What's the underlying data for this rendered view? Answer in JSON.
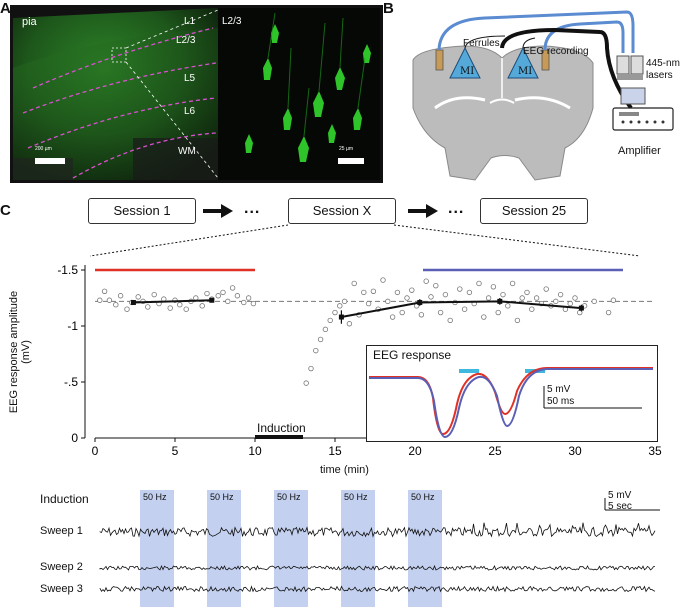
{
  "panels": {
    "A": "A",
    "B": "B",
    "C": "C"
  },
  "panel_a": {
    "left_labels": [
      "pia",
      "L1",
      "L2/3",
      "L5",
      "L6",
      "WM"
    ],
    "right_label": "L2/3",
    "scalebar_left": "200 µm",
    "scalebar_right": "25 µm"
  },
  "panel_b": {
    "ferrules": "Ferrules",
    "eeg_recording": "EEG recording",
    "lasers": "445-nm lasers",
    "amplifier": "Amplifier",
    "mi_left": "MI",
    "mi_right": "MI"
  },
  "sessions": {
    "s1": "Session 1",
    "sx": "Session X",
    "s25": "Session 25",
    "dots": "..."
  },
  "colors": {
    "red": "#e03127",
    "blue": "#5b5fb5",
    "light_blue": "#3fb8e0",
    "shade": "#b9c8ec",
    "green": "#39d13a"
  },
  "chart_data": {
    "type": "scatter",
    "xlabel": "time (min)",
    "ylabel": "EEG response amplitude (mV)",
    "xlim": [
      0,
      35
    ],
    "ylim": [
      0,
      -1.5
    ],
    "xticks": [
      "0",
      "5",
      "10",
      "15",
      "20",
      "25",
      "30",
      "35"
    ],
    "yticks": [
      "0",
      "-.5",
      "-1",
      "-1.5"
    ],
    "baseline": -1.22,
    "induction_label": "Induction",
    "induction_range": [
      10,
      13
    ],
    "red_bar": [
      0,
      10
    ],
    "blue_bar": [
      20.5,
      33
    ],
    "bar_level": -1.5,
    "scatter_points": [
      [
        0.3,
        -1.23
      ],
      [
        0.6,
        -1.31
      ],
      [
        0.9,
        -1.23
      ],
      [
        1.3,
        -1.19
      ],
      [
        1.6,
        -1.27
      ],
      [
        2.0,
        -1.15
      ],
      [
        2.3,
        -1.21
      ],
      [
        2.7,
        -1.26
      ],
      [
        3.0,
        -1.22
      ],
      [
        3.3,
        -1.17
      ],
      [
        3.7,
        -1.28
      ],
      [
        4.0,
        -1.2
      ],
      [
        4.3,
        -1.24
      ],
      [
        4.7,
        -1.16
      ],
      [
        5.0,
        -1.23
      ],
      [
        5.3,
        -1.19
      ],
      [
        5.7,
        -1.15
      ],
      [
        6.0,
        -1.22
      ],
      [
        6.3,
        -1.25
      ],
      [
        6.7,
        -1.18
      ],
      [
        7.0,
        -1.29
      ],
      [
        7.3,
        -1.24
      ],
      [
        7.7,
        -1.27
      ],
      [
        8.0,
        -1.3
      ],
      [
        8.3,
        -1.22
      ],
      [
        8.6,
        -1.34
      ],
      [
        8.9,
        -1.27
      ],
      [
        9.3,
        -1.21
      ],
      [
        9.6,
        -1.25
      ],
      [
        9.9,
        -1.2
      ],
      [
        13.2,
        -0.49
      ],
      [
        13.5,
        -0.62
      ],
      [
        13.8,
        -0.78
      ],
      [
        14.1,
        -0.88
      ],
      [
        14.4,
        -0.97
      ],
      [
        14.7,
        -1.05
      ],
      [
        15.0,
        -1.12
      ],
      [
        15.3,
        -1.18
      ],
      [
        15.6,
        -1.22
      ],
      [
        15.9,
        -1.02
      ],
      [
        16.2,
        -1.38
      ],
      [
        16.5,
        -1.1
      ],
      [
        16.8,
        -1.3
      ],
      [
        17.1,
        -1.2
      ],
      [
        17.4,
        -1.31
      ],
      [
        17.7,
        -1.15
      ],
      [
        18.0,
        -1.41
      ],
      [
        18.3,
        -1.22
      ],
      [
        18.6,
        -1.08
      ],
      [
        18.9,
        -1.3
      ],
      [
        19.2,
        -1.12
      ],
      [
        19.5,
        -1.25
      ],
      [
        19.8,
        -1.32
      ],
      [
        20.1,
        -1.18
      ],
      [
        20.4,
        -1.1
      ],
      [
        20.7,
        -1.4
      ],
      [
        21.0,
        -1.26
      ],
      [
        21.3,
        -1.36
      ],
      [
        21.6,
        -1.12
      ],
      [
        21.9,
        -1.28
      ],
      [
        22.2,
        -1.05
      ],
      [
        22.5,
        -1.21
      ],
      [
        22.8,
        -1.33
      ],
      [
        23.1,
        -1.15
      ],
      [
        23.4,
        -1.3
      ],
      [
        23.7,
        -1.2
      ],
      [
        24.0,
        -1.38
      ],
      [
        24.3,
        -1.08
      ],
      [
        24.6,
        -1.25
      ],
      [
        24.9,
        -1.35
      ],
      [
        25.2,
        -1.12
      ],
      [
        25.5,
        -1.28
      ],
      [
        25.8,
        -1.18
      ],
      [
        26.1,
        -1.38
      ],
      [
        26.4,
        -1.05
      ],
      [
        26.7,
        -1.25
      ],
      [
        27.0,
        -1.3
      ],
      [
        27.3,
        -1.15
      ],
      [
        27.6,
        -1.25
      ],
      [
        27.9,
        -1.2
      ],
      [
        28.2,
        -1.33
      ],
      [
        28.5,
        -1.18
      ],
      [
        28.8,
        -1.22
      ],
      [
        29.1,
        -1.28
      ],
      [
        29.4,
        -1.15
      ],
      [
        29.7,
        -1.2
      ],
      [
        30.0,
        -1.25
      ],
      [
        30.3,
        -1.12
      ],
      [
        30.6,
        -1.18
      ],
      [
        31.2,
        -1.22
      ],
      [
        32.1,
        -1.12
      ],
      [
        32.4,
        -1.23
      ]
    ],
    "mean_points": [
      [
        2.4,
        -1.21,
        0.02
      ],
      [
        7.3,
        -1.23,
        0.02
      ],
      [
        15.4,
        -1.08,
        0.06
      ],
      [
        20.3,
        -1.21,
        0.03
      ],
      [
        25.3,
        -1.22,
        0.03
      ],
      [
        30.4,
        -1.16,
        0.03
      ]
    ],
    "inset": {
      "title": "EEG response",
      "scale_mv": "5 mV",
      "scale_ms": "50 ms"
    }
  },
  "sweeps": {
    "induction": "Induction",
    "rows": [
      "Sweep 1",
      "Sweep 2",
      "Sweep 3"
    ],
    "stim_labels": [
      "50 Hz",
      "50 Hz",
      "50 Hz",
      "50 Hz",
      "50 Hz"
    ],
    "scale_mv": "5 mV",
    "scale_sec": "5 sec"
  }
}
